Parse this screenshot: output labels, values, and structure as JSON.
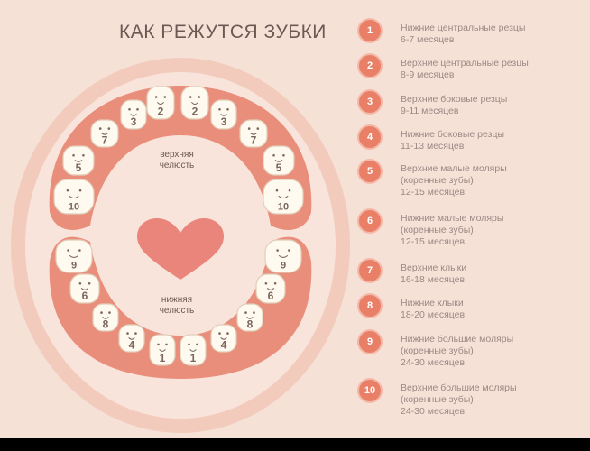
{
  "title": "КАК РЕЖУТСЯ ЗУБКИ",
  "jaw_labels": {
    "upper": "верхняя\nчелюсть",
    "lower": "нижняя\nчелюсть"
  },
  "colors": {
    "background": "#f6e1d7",
    "outer_ring": "#f2cbbd",
    "gum": "#ea8e7c",
    "heart": "#e9857a",
    "tooth": "#fffaf0",
    "tooth_outline": "#e0cdb8",
    "badge": "#ea7f68",
    "legend_text": "#9a8a84",
    "title_text": "#6b5a54"
  },
  "upper_teeth_numbers": [
    "10",
    "5",
    "7",
    "3",
    "2",
    "2",
    "3",
    "7",
    "5",
    "10"
  ],
  "lower_teeth_numbers": [
    "9",
    "6",
    "8",
    "4",
    "1",
    "1",
    "4",
    "8",
    "6",
    "9"
  ],
  "legend": [
    {
      "number": "1",
      "text": "Нижние центральные резцы\n6-7 месяцев"
    },
    {
      "number": "2",
      "text": "Верхние центральные резцы\n8-9 месяцев"
    },
    {
      "number": "3",
      "text": "Верхние боковые резцы\n9-11 месяцев"
    },
    {
      "number": "4",
      "text": "Нижние боковые резцы\n11-13 месяцев"
    },
    {
      "number": "5",
      "text": "Верхние малые моляры\n(коренные зубы)\n12-15 месяцев"
    },
    {
      "number": "6",
      "text": "Нижние малые моляры\n(коренные зубы)\n12-15 месяцев"
    },
    {
      "number": "7",
      "text": "Верхние клыки\n16-18 месяцев"
    },
    {
      "number": "8",
      "text": "Нижние клыки\n18-20 месяцев"
    },
    {
      "number": "9",
      "text": "Нижние большие моляры\n(коренные зубы)\n24-30 месяцев"
    },
    {
      "number": "10",
      "text": "Верхние большие моляры\n(коренные зубы)\n24-30 месяцев"
    }
  ]
}
